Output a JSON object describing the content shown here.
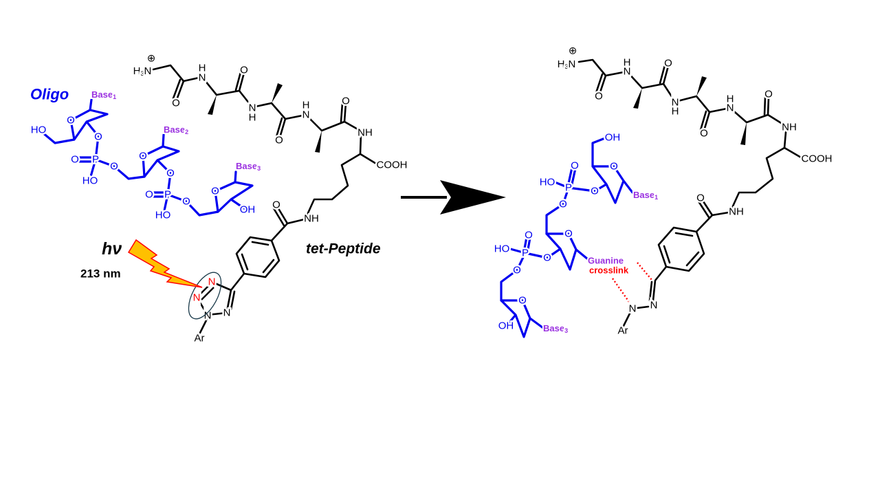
{
  "labels": {
    "oligo": "Oligo",
    "tet_peptide": "tet-Peptide",
    "hv": "hν",
    "wavelength": "213 nm",
    "guanine": "Guanine",
    "crosslink": "crosslink"
  },
  "atoms": {
    "H": "H",
    "sub3": "3",
    "N": "N",
    "O": "O",
    "NH": "NH",
    "HO": "HO",
    "OH": "OH",
    "P": "P",
    "COOH": "COOH",
    "Ar": "Ar",
    "plus": "⊕"
  },
  "bases": {
    "base": "Base",
    "sub1": "1",
    "sub2": "2",
    "sub3": "3"
  },
  "colors": {
    "oligo": "#0000f0",
    "base": "#9a30e0",
    "crosslink": "#ff0000",
    "bolt_fill": "#ffc000",
    "bolt_stroke": "#ff0000"
  }
}
